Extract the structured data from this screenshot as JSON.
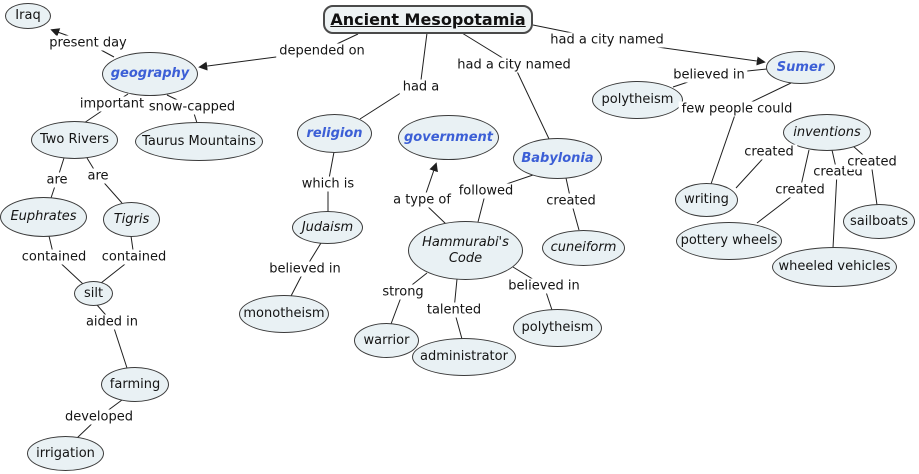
{
  "title": "Ancient Mesopotamia",
  "colors": {
    "background": "#ffffff",
    "node_fill": "#e9f1f4",
    "node_border": "#3b3b3b",
    "line": "#1f1f1f",
    "text": "#141414",
    "key_concept_text": "#3c5fd6"
  },
  "nodes": {
    "iraq": {
      "label": "Iraq"
    },
    "geography": {
      "label": "geography"
    },
    "two_rivers": {
      "label": "Two Rivers"
    },
    "taurus_mountains": {
      "label": "Taurus Mountains"
    },
    "euphrates": {
      "label": "Euphrates"
    },
    "tigris": {
      "label": "Tigris"
    },
    "silt": {
      "label": "silt"
    },
    "farming": {
      "label": "farming"
    },
    "irrigation": {
      "label": "irrigation"
    },
    "religion": {
      "label": "religion"
    },
    "judaism": {
      "label": "Judaism"
    },
    "monotheism": {
      "label": "monotheism"
    },
    "government": {
      "label": "government"
    },
    "hammurabis_code": {
      "label": "Hammurabi's Code"
    },
    "warrior": {
      "label": "warrior"
    },
    "administrator": {
      "label": "administrator"
    },
    "babylonia": {
      "label": "Babylonia"
    },
    "cuneiform": {
      "label": "cuneiform"
    },
    "polytheism_hammurabi": {
      "label": "polytheism"
    },
    "polytheism_sumer": {
      "label": "polytheism"
    },
    "sumer": {
      "label": "Sumer"
    },
    "inventions": {
      "label": "inventions"
    },
    "writing": {
      "label": "writing"
    },
    "pottery_wheels": {
      "label": "pottery wheels"
    },
    "wheeled_vehicles": {
      "label": "wheeled vehicles"
    },
    "sailboats": {
      "label": "sailboats"
    }
  },
  "links": {
    "present_day": "present day",
    "depended_on": "depended on",
    "had_a": "had a",
    "had_a_city_named_babylonia": "had a city named",
    "had_a_city_named_sumer": "had a city named",
    "important": "important",
    "snow_capped": "snow-capped",
    "are_euphrates": "are",
    "are_tigris": "are",
    "contained_euphrates": "contained",
    "contained_tigris": "contained",
    "aided_in": "aided in",
    "developed": "developed",
    "which_is": "which is",
    "believed_in_judaism": "believed in",
    "a_type_of": "a type of",
    "followed": "followed",
    "created_cuneiform": "created",
    "strong": "strong",
    "talented": "talented",
    "believed_in_hammurabi": "believed in",
    "believed_in_sumer": "believed in",
    "few_people_could": "few people could",
    "created_writing": "created",
    "created_pottery_wheels": "created",
    "created_wheeled_vehicles": "created",
    "created_sailboats": "created"
  }
}
